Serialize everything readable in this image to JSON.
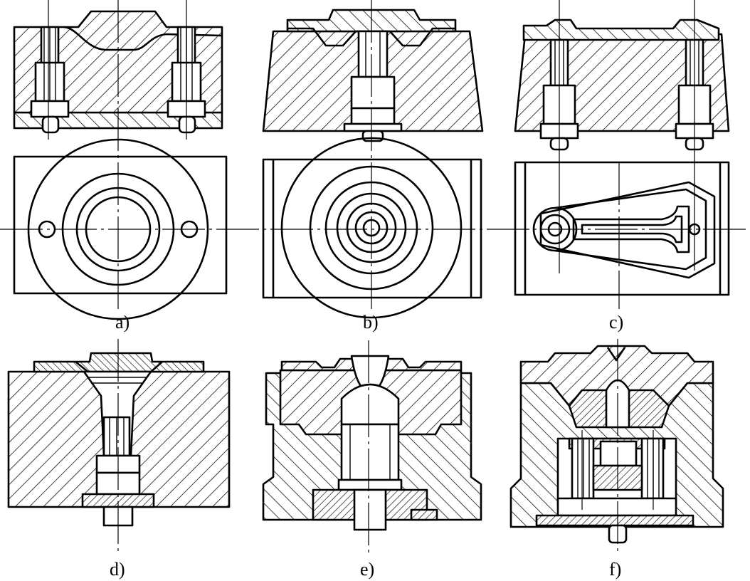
{
  "figure": {
    "panels": [
      {
        "id": "a",
        "label": "a)"
      },
      {
        "id": "b",
        "label": "b)"
      },
      {
        "id": "c",
        "label": "c)"
      },
      {
        "id": "d",
        "label": "d)"
      },
      {
        "id": "e",
        "label": "e)"
      },
      {
        "id": "f",
        "label": "f)"
      }
    ]
  }
}
